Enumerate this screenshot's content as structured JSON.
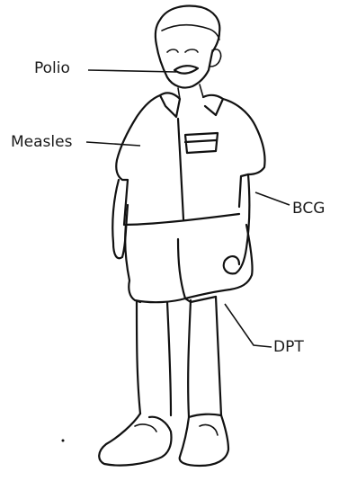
{
  "labels": {
    "polio": "Polio",
    "measles": "Measles",
    "bcg": "BCG",
    "dpt": "DPT"
  }
}
